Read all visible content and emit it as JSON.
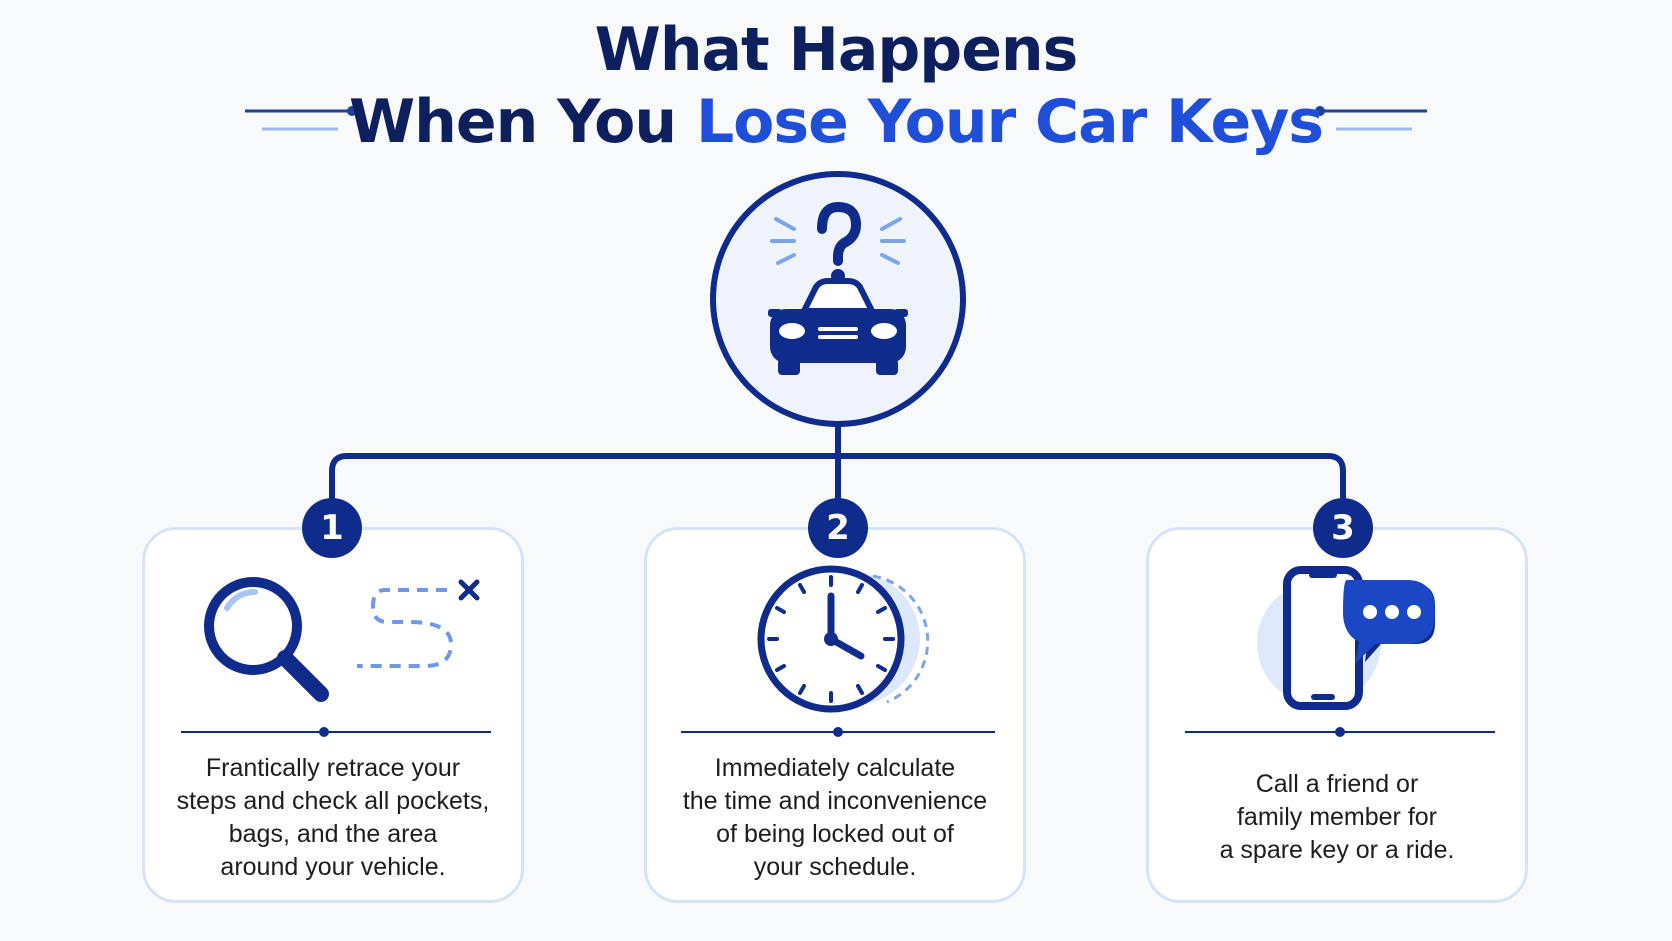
{
  "title": {
    "line1": "What Happens",
    "line2_prefix": "When You ",
    "line2_accent": "Lose Your Car Keys"
  },
  "center_icon": "car-question-icon",
  "colors": {
    "navy": "#0f2c8c",
    "title_dark": "#0d1f5c",
    "accent_blue": "#1f4fd8",
    "light_blue": "#a9c4f0",
    "card_border": "#d6e3f7"
  },
  "steps": [
    {
      "number": "1",
      "icon": "magnifier-path-icon",
      "text": "Frantically retrace your\nsteps and check all pockets,\nbags, and the area\naround your vehicle."
    },
    {
      "number": "2",
      "icon": "clock-icon",
      "text": "Immediately calculate\nthe time and inconvenience\nof being locked out of\nyour schedule."
    },
    {
      "number": "3",
      "icon": "phone-chat-icon",
      "text": "Call a friend or\nfamily member for\na spare key or a ride."
    }
  ]
}
